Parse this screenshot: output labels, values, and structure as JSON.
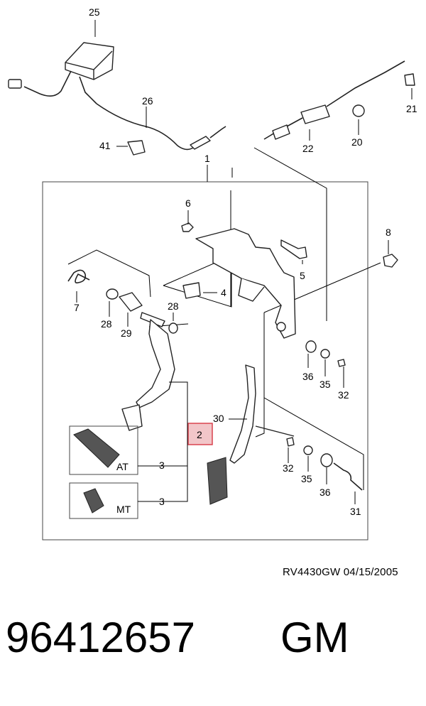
{
  "callouts": {
    "c25": "25",
    "c26": "26",
    "c41": "41",
    "c1": "1",
    "c6": "6",
    "c4": "4",
    "c5": "5",
    "c7": "7",
    "c28a": "28",
    "c29": "29",
    "c28b": "28",
    "c2": "2",
    "c3a": "3",
    "c3b": "3",
    "c30": "30",
    "c8": "8",
    "c22": "22",
    "c20": "20",
    "c21": "21",
    "c36a": "36",
    "c35a": "35",
    "c32a": "32",
    "c32b": "32",
    "c35b": "35",
    "c36b": "36",
    "c31": "31"
  },
  "pad_labels": {
    "at": "AT",
    "mt": "MT"
  },
  "highlight_color": "#f2c6c9",
  "highlight_border": "#d9434f",
  "doc_code": "RV4430GW  04/15/2005",
  "part_number": "96412657",
  "brand": "GM"
}
